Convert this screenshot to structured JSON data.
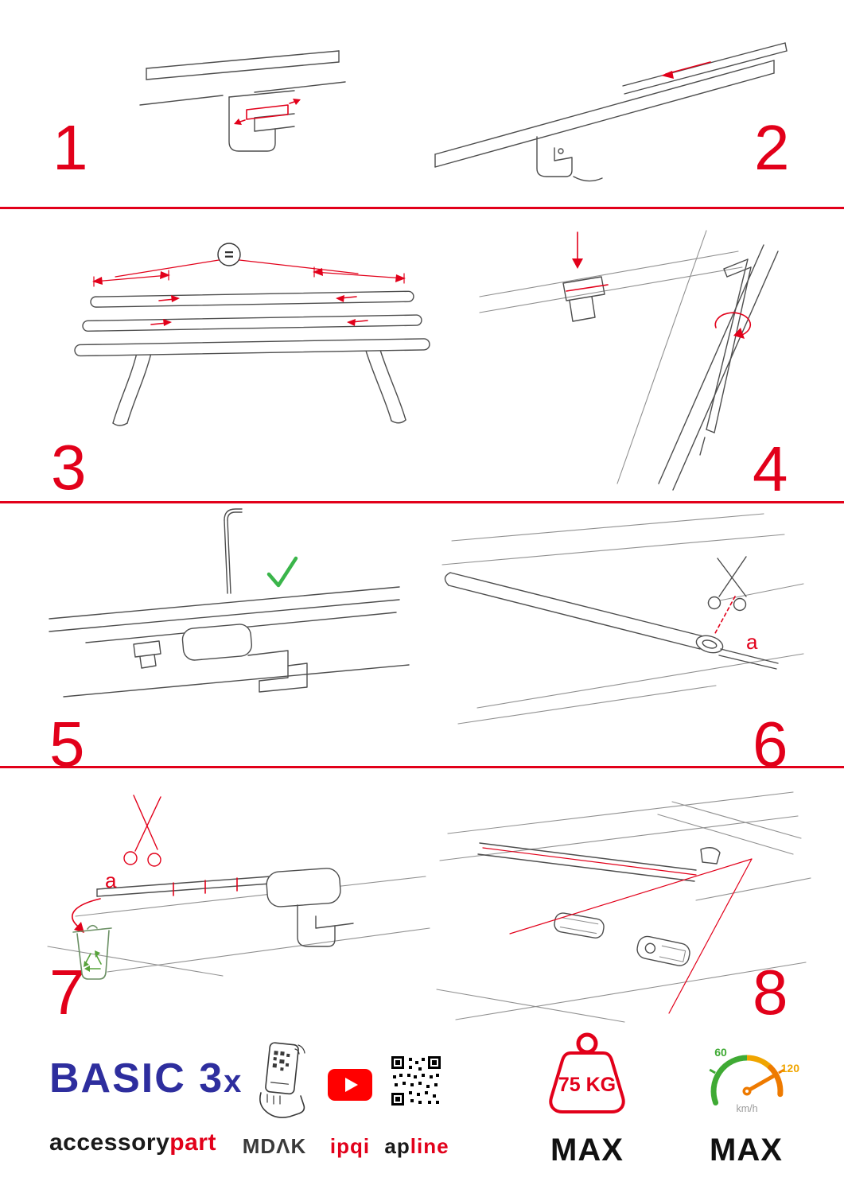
{
  "accent": "#e2001a",
  "steps": [
    "1",
    "2",
    "3",
    "4",
    "5",
    "6",
    "7",
    "8"
  ],
  "labels": {
    "equals": "=",
    "cut_a_step6": "a",
    "cut_a_step7": "a"
  },
  "icons": {
    "check-icon": "✓",
    "scissors-icon": "✂",
    "recycle-icon": "♻",
    "youtube-icon": "▶",
    "qr-code-icon": "qr-grid",
    "phone-scan-icon": "phone-with-qr",
    "weight-icon": "weight-with-ring",
    "speedometer-icon": "gauge"
  },
  "footer": {
    "product_name": "BASIC 3",
    "product_suffix": "x",
    "brand_part1": "accessory",
    "brand_part2": "part",
    "partner_mdak": "MDΛK",
    "partner_ipqi": "ipqi",
    "partner_apline_part1": "ap",
    "partner_apline_part2": "line",
    "weight_value": "75 KG",
    "weight_max_label": "MAX",
    "speed_tick_low": "60",
    "speed_tick_high": "120",
    "speed_unit": "km/h",
    "speed_max_label": "MAX"
  }
}
